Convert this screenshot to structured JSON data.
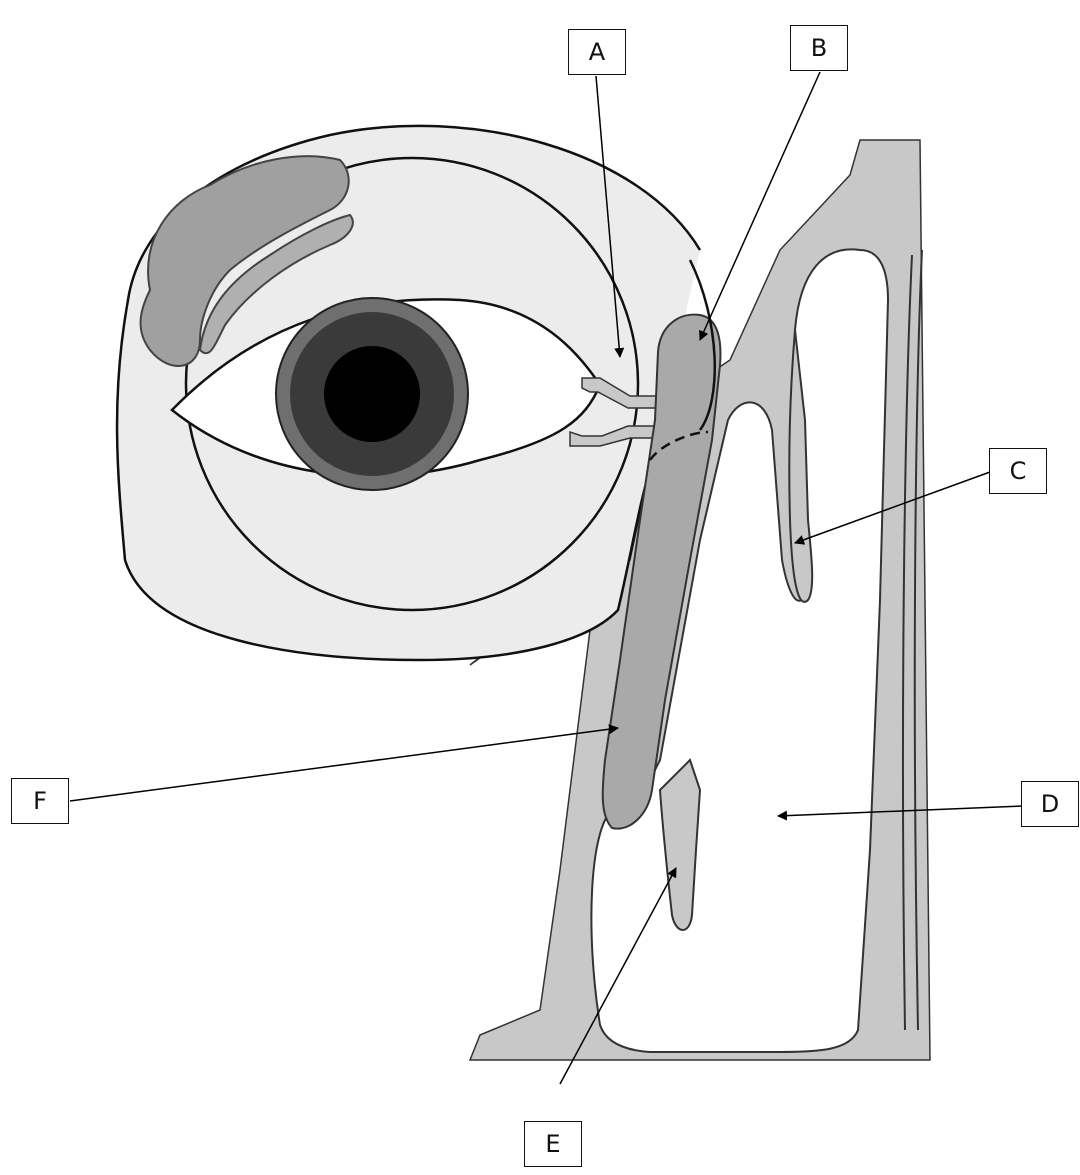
{
  "labels": {
    "a": "A",
    "b": "B",
    "c": "C",
    "d": "D",
    "e": "E",
    "f": "F"
  },
  "colors": {
    "background": "#ffffff",
    "outline": "#111111",
    "orbit_fill": "#ececec",
    "sac_fill": "#a9a9a9",
    "nasal_tissue": "#c8c8c8",
    "gland_fill": "#a0a0a0",
    "pupil": "#000000"
  }
}
